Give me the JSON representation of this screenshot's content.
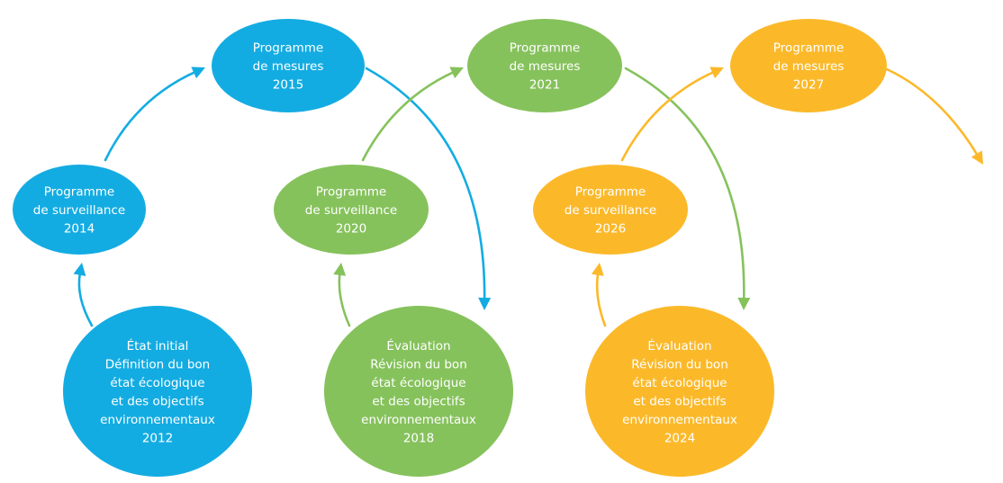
{
  "colors": {
    "blue": "#13ACE2",
    "green": "#86C25C",
    "orange": "#FBB92A"
  },
  "nodes": [
    {
      "id": "etat-initial-2012",
      "cycle": "blue",
      "shape": "circle",
      "lines": [
        "État initial",
        "Définition du bon",
        "état écologique",
        "et des objectifs",
        "environnementaux",
        "2012"
      ]
    },
    {
      "id": "programme-surveillance-2014",
      "cycle": "blue",
      "shape": "ellipse",
      "lines": [
        "Programme",
        "de surveillance",
        "2014"
      ]
    },
    {
      "id": "programme-mesures-2015",
      "cycle": "blue",
      "shape": "ellipse",
      "lines": [
        "Programme",
        "de mesures",
        "2015"
      ]
    },
    {
      "id": "evaluation-2018",
      "cycle": "green",
      "shape": "circle",
      "lines": [
        "Évaluation",
        "Révision du bon",
        "état écologique",
        "et des objectifs",
        "environnementaux",
        "2018"
      ]
    },
    {
      "id": "programme-surveillance-2020",
      "cycle": "green",
      "shape": "ellipse",
      "lines": [
        "Programme",
        "de surveillance",
        "2020"
      ]
    },
    {
      "id": "programme-mesures-2021",
      "cycle": "green",
      "shape": "ellipse",
      "lines": [
        "Programme",
        "de mesures",
        "2021"
      ]
    },
    {
      "id": "evaluation-2024",
      "cycle": "orange",
      "shape": "circle",
      "lines": [
        "Évaluation",
        "Révision du bon",
        "état écologique",
        "et des objectifs",
        "environnementaux",
        "2024"
      ]
    },
    {
      "id": "programme-surveillance-2026",
      "cycle": "orange",
      "shape": "ellipse",
      "lines": [
        "Programme",
        "de surveillance",
        "2026"
      ]
    },
    {
      "id": "programme-mesures-2027",
      "cycle": "orange",
      "shape": "ellipse",
      "lines": [
        "Programme",
        "de mesures",
        "2027"
      ]
    }
  ],
  "edges": [
    {
      "from": "etat-initial-2012",
      "to": "programme-surveillance-2014",
      "cycle": "blue"
    },
    {
      "from": "programme-surveillance-2014",
      "to": "programme-mesures-2015",
      "cycle": "blue"
    },
    {
      "from": "programme-mesures-2015",
      "to": "evaluation-2018",
      "cycle": "blue"
    },
    {
      "from": "evaluation-2018",
      "to": "programme-surveillance-2020",
      "cycle": "green"
    },
    {
      "from": "programme-surveillance-2020",
      "to": "programme-mesures-2021",
      "cycle": "green"
    },
    {
      "from": "programme-mesures-2021",
      "to": "evaluation-2024",
      "cycle": "green"
    },
    {
      "from": "evaluation-2024",
      "to": "programme-surveillance-2026",
      "cycle": "orange"
    },
    {
      "from": "programme-surveillance-2026",
      "to": "programme-mesures-2027",
      "cycle": "orange"
    },
    {
      "from": "programme-mesures-2027",
      "to": "next-cycle",
      "cycle": "orange"
    }
  ]
}
